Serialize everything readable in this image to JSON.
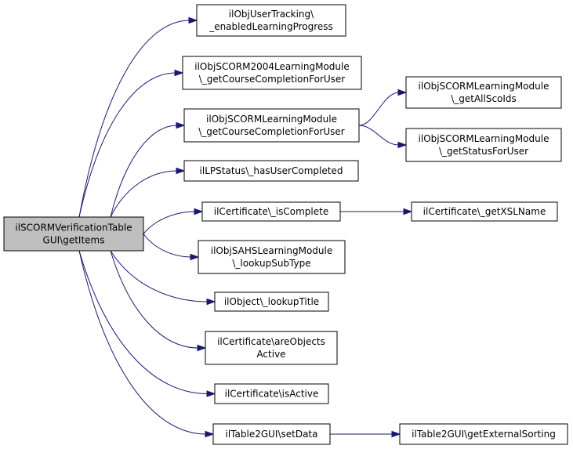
{
  "diagram": {
    "colors": {
      "edge": "#191970",
      "root_fill": "#bfbfbf",
      "node_fill": "#ffffff",
      "border": "#000000"
    },
    "nodes": [
      {
        "id": "root",
        "lines": [
          "ilSCORMVerificationTable",
          "GUI\\getItems"
        ]
      },
      {
        "id": "n1",
        "lines": [
          "ilObjUserTracking\\",
          "_enabledLearningProgress"
        ]
      },
      {
        "id": "n2",
        "lines": [
          "ilObjSCORM2004LearningModule",
          "\\_getCourseCompletionForUser"
        ]
      },
      {
        "id": "n3",
        "lines": [
          "ilObjSCORMLearningModule",
          "\\_getCourseCompletionForUser"
        ]
      },
      {
        "id": "n4",
        "lines": [
          "ilObjSCORMLearningModule",
          "\\_getAllScoIds"
        ]
      },
      {
        "id": "n5",
        "lines": [
          "ilObjSCORMLearningModule",
          "\\_getStatusForUser"
        ]
      },
      {
        "id": "n6",
        "lines": [
          "ilLPStatus\\_hasUserCompleted"
        ]
      },
      {
        "id": "n7",
        "lines": [
          "ilCertificate\\_isComplete"
        ]
      },
      {
        "id": "n8",
        "lines": [
          "ilCertificate\\_getXSLName"
        ]
      },
      {
        "id": "n9",
        "lines": [
          "ilObjSAHSLearningModule",
          "\\_lookupSubType"
        ]
      },
      {
        "id": "n10",
        "lines": [
          "ilObject\\_lookupTitle"
        ]
      },
      {
        "id": "n11",
        "lines": [
          "ilCertificate\\areObjects",
          "Active"
        ]
      },
      {
        "id": "n12",
        "lines": [
          "ilCertificate\\isActive"
        ]
      },
      {
        "id": "n13",
        "lines": [
          "ilTable2GUI\\setData"
        ]
      },
      {
        "id": "n14",
        "lines": [
          "ilTable2GUI\\getExternalSorting"
        ]
      }
    ],
    "edges": [
      {
        "from": "root",
        "to": "n1"
      },
      {
        "from": "root",
        "to": "n2"
      },
      {
        "from": "root",
        "to": "n3"
      },
      {
        "from": "n3",
        "to": "n4"
      },
      {
        "from": "n3",
        "to": "n5"
      },
      {
        "from": "root",
        "to": "n6"
      },
      {
        "from": "root",
        "to": "n7"
      },
      {
        "from": "n7",
        "to": "n8"
      },
      {
        "from": "root",
        "to": "n9"
      },
      {
        "from": "root",
        "to": "n10"
      },
      {
        "from": "root",
        "to": "n11"
      },
      {
        "from": "root",
        "to": "n12"
      },
      {
        "from": "root",
        "to": "n13"
      },
      {
        "from": "n13",
        "to": "n14"
      }
    ]
  }
}
